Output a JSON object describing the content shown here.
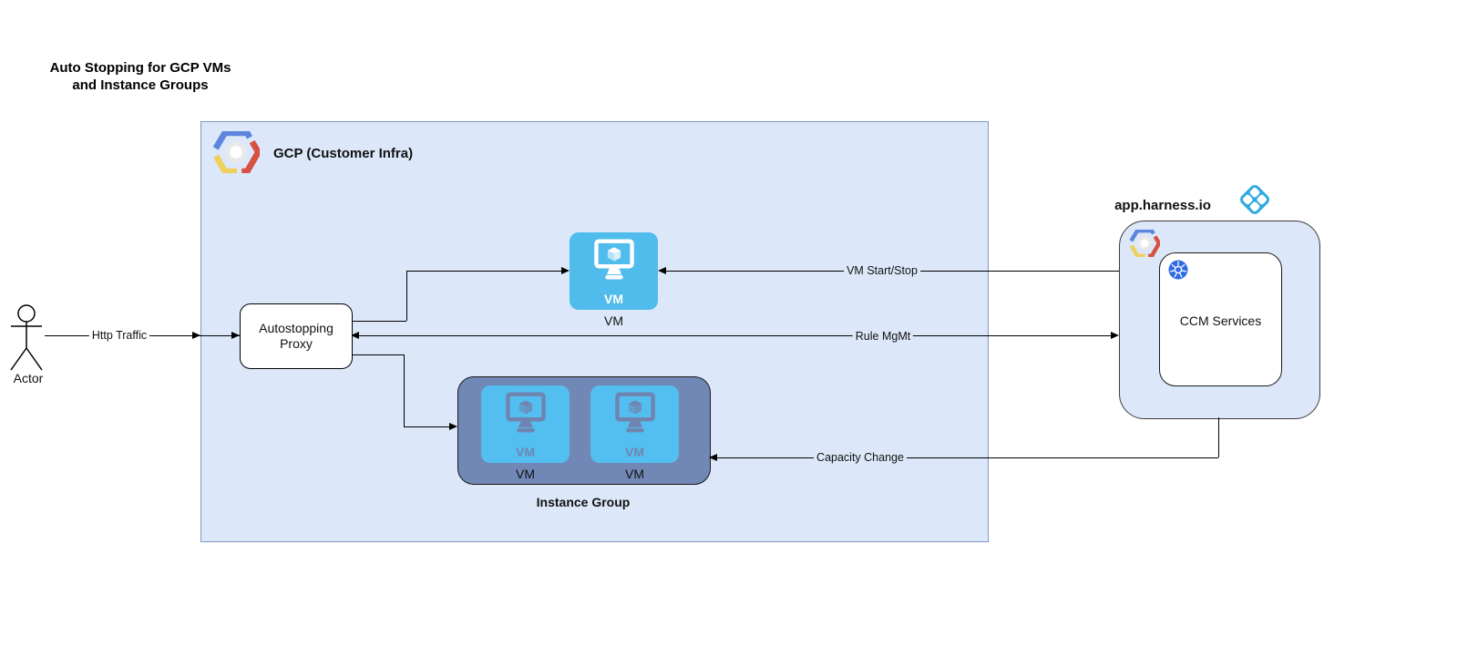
{
  "title": {
    "line1": "Auto Stopping for GCP VMs",
    "line2": "and Instance Groups"
  },
  "actor": {
    "label": "Actor"
  },
  "edges": {
    "http_traffic": "Http Traffic",
    "vm_start_stop": "VM Start/Stop",
    "rule_mgmt": "Rule MgMt",
    "capacity_change": "Capacity Change"
  },
  "gcp_container": {
    "label": "GCP (Customer Infra)"
  },
  "proxy": {
    "line1": "Autostopping",
    "line2": "Proxy"
  },
  "vm": {
    "icon_text": "VM",
    "label": "VM"
  },
  "instance_group": {
    "caption": "Instance Group",
    "vms": [
      {
        "icon_text": "VM",
        "label": "VM"
      },
      {
        "icon_text": "VM",
        "label": "VM"
      }
    ]
  },
  "harness": {
    "title": "app.harness.io",
    "ccm_label": "CCM Services"
  },
  "colors": {
    "container_fill": "#DCE8F9",
    "container_border": "#7F97C4",
    "vm_icon_blue": "#4FBCEC",
    "instance_group_fill": "#7187B5",
    "instance_group_icon_blue": "#53BFF0",
    "instance_group_glyph": "#6F84B0",
    "harness_blue": "#2CA9E0",
    "kubernetes_blue": "#326CE5",
    "gcp_blue": "#5C85DE",
    "gcp_red": "#D65140",
    "gcp_yellow": "#EFD05A"
  }
}
